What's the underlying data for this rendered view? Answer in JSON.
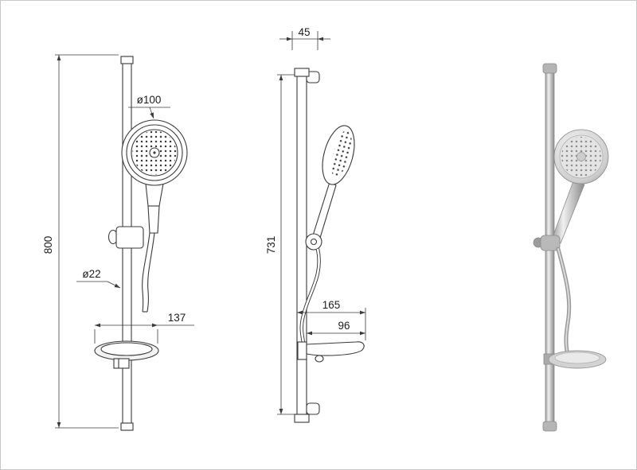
{
  "drawing": {
    "views": {
      "front": {
        "dims": {
          "overall_height": "800",
          "head_diameter": "ø100",
          "rail_diameter": "ø22",
          "soap_dish_width": "137"
        }
      },
      "side": {
        "dims": {
          "bracket_depth": "45",
          "bar_length": "731",
          "dish_reach_total": "165",
          "dish_reach": "96"
        }
      },
      "perspective": {
        "dims": {}
      }
    },
    "colors": {
      "line": "#3a3a3a",
      "frame_border": "#c8c8c8",
      "render_metal_light": "#f0f0f0",
      "render_metal_dark": "#8a8a8a"
    }
  }
}
